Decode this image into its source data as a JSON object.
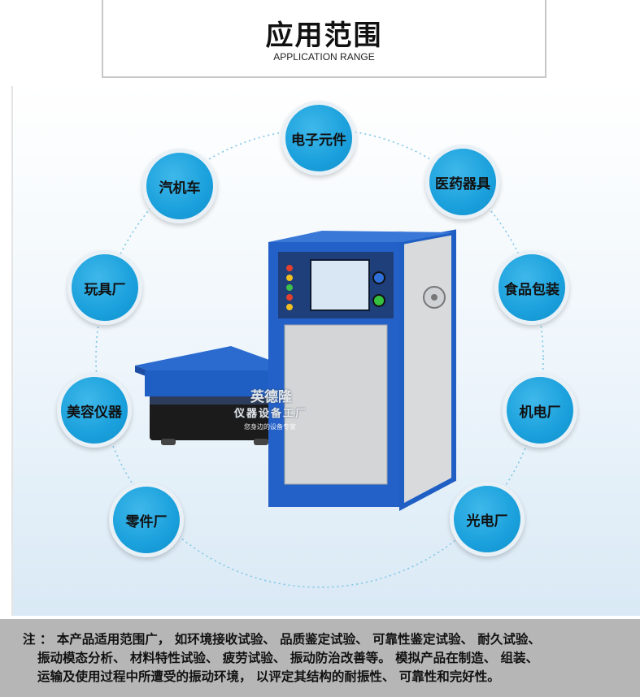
{
  "header": {
    "title": "应用范围",
    "subtitle": "APPLICATION RANGE"
  },
  "bubbles": [
    {
      "label": "电子元件"
    },
    {
      "label": "医药器具"
    },
    {
      "label": "食品包装"
    },
    {
      "label": "机电厂"
    },
    {
      "label": "光电厂"
    },
    {
      "label": "零件厂"
    },
    {
      "label": "美容仪器"
    },
    {
      "label": "玩具厂"
    },
    {
      "label": "汽机车"
    }
  ],
  "watermark": {
    "brand": "英德隆",
    "name": "仪器设备工厂",
    "slogan": "您身边的设备专家"
  },
  "footer": {
    "lines": [
      "注 ： 本产品适用范围广， 如环境接收试验、 品质鉴定试验、 可靠性鉴定试验、 耐久试验、",
      "振动模态分析、 材料特性试验、 疲劳试验、 振动防治改善等。 模拟产品在制造、 组装、",
      "运输及使用过程中所遭受的振动环境， 以评定其结构的耐振性、 可靠性和完好性。"
    ]
  },
  "colors": {
    "bubble": "#1aa0dc",
    "machine_blue": "#1f5fc4",
    "footer_bg": "#b6b6b6"
  }
}
